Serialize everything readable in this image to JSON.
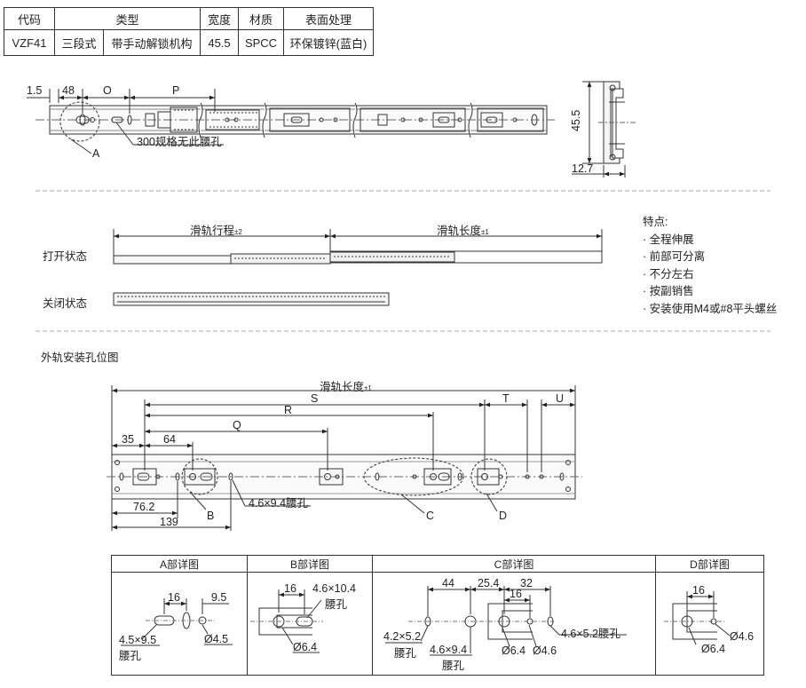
{
  "spec_table": {
    "headers": [
      "代码",
      "类型",
      "宽度",
      "材质",
      "表面处理"
    ],
    "row": [
      "VZF41",
      "三段式",
      "带手动解锁机构",
      "45.5",
      "SPCC",
      "环保镀锌(蓝白)"
    ]
  },
  "top_view": {
    "dim_1_5": "1.5",
    "dim_48": "48",
    "dim_O": "O",
    "dim_P": "P",
    "detail_A": "A",
    "note_300": "300规格无此腰孔"
  },
  "end_view": {
    "height": "45.5",
    "width": "12.7"
  },
  "states": {
    "open_label": "打开状态",
    "closed_label": "关闭状态",
    "travel_label": "滑轨行程",
    "travel_tol": "±2",
    "length_label": "滑轨长度",
    "length_tol": "±1"
  },
  "features": {
    "title": "特点:",
    "items": [
      "· 全程伸展",
      "· 前部可分离",
      "· 不分左右",
      "· 按副销售",
      "· 安装使用M4或#8平头螺丝"
    ]
  },
  "outer_rail": {
    "title": "外轨安装孔位图",
    "length_label": "滑轨长度",
    "length_tol": "±1",
    "dim_S": "S",
    "dim_R": "R",
    "dim_Q": "Q",
    "dim_T": "T",
    "dim_U": "U",
    "dim_35": "35",
    "dim_64": "64",
    "dim_76_2": "76.2",
    "dim_139": "139",
    "slot_note": "4.6×9.4腰孔",
    "detail_B": "B",
    "detail_C": "C",
    "detail_D": "D"
  },
  "details": {
    "headers": [
      "A部详图",
      "B部详图",
      "C部详图",
      "D部详图"
    ],
    "A": {
      "d16": "16",
      "d9_5": "9.5",
      "slot": "4.5×9.5",
      "slot2": "腰孔",
      "hole": "Ø4.5"
    },
    "B": {
      "d16": "16",
      "slot": "4.6×10.4",
      "slot2": "腰孔",
      "hole": "Ø6.4"
    },
    "C": {
      "d44": "44",
      "d25_4": "25.4",
      "d32": "32",
      "d16": "16",
      "slot_a": "4.2×5.2",
      "slot_a2": "腰孔",
      "slot_b": "4.6×9.4",
      "slot_b2": "腰孔",
      "hole1": "Ø6.4",
      "hole2": "Ø4.6",
      "slot_c": "4.6×5.2腰孔"
    },
    "D": {
      "d16": "16",
      "hole1": "Ø4.6",
      "hole2": "Ø6.4"
    }
  }
}
